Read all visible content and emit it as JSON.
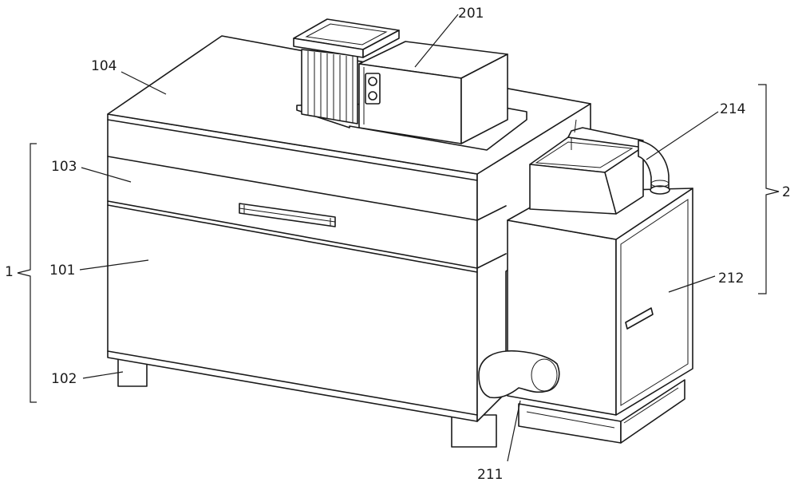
{
  "labels": {
    "l201": "201",
    "l104": "104",
    "l214": "214",
    "l103": "103",
    "l2": "2",
    "l1": "1",
    "l101": "101",
    "l212": "212",
    "l102": "102",
    "l211": "211"
  }
}
